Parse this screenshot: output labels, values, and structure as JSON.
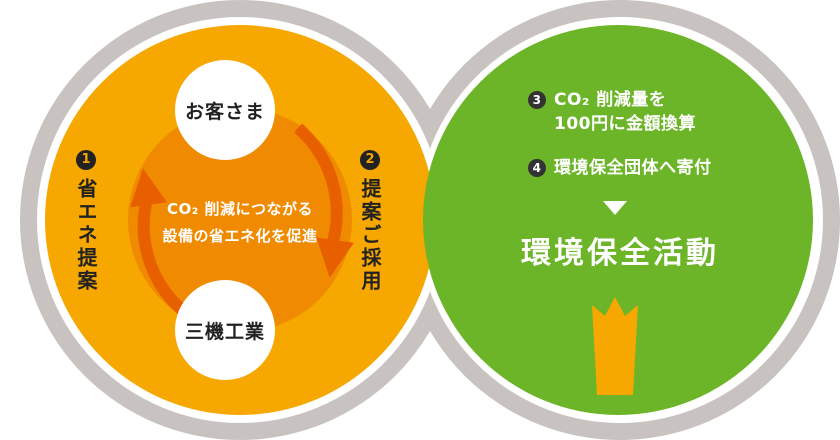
{
  "left": {
    "top_node": "お客さま",
    "bottom_node": "三機工業",
    "center_lines": [
      "CO₂ 削減につながる",
      "設備の省エネ化を促進"
    ],
    "step1": {
      "number": "1",
      "label": "省エネ提案"
    },
    "step2": {
      "number": "2",
      "label": "提案ご採用"
    }
  },
  "right": {
    "step3": {
      "number": "3",
      "lines": [
        "CO₂ 削減量を",
        "100円に金額換算"
      ]
    },
    "step4": {
      "number": "4",
      "label": "環境保全団体へ寄付"
    },
    "main_activity": "環境保全活動"
  },
  "colors": {
    "ring_gray": "#c8c3c0",
    "orange_outer": "#f6a800",
    "orange_inner": "#f08a00",
    "arrow_orange": "#e85f00",
    "green": "#6cb528",
    "seedling": "#f6a800"
  }
}
